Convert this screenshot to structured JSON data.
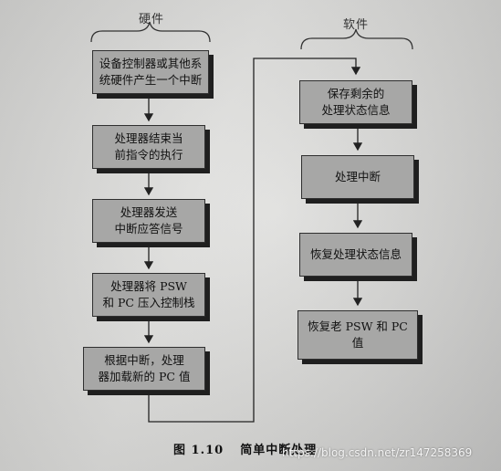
{
  "headers": {
    "hardware": "硬件",
    "software": "软件"
  },
  "hardware_steps": [
    "设备控制器或其他系\n统硬件产生一个中断",
    "处理器结束当\n前指令的执行",
    "处理器发送\n中断应答信号",
    "处理器将 PSW\n和 PC 压入控制栈",
    "根据中断，处理\n器加载新的 PC 值"
  ],
  "software_steps": [
    "保存剩余的\n处理状态信息",
    "处理中断",
    "恢复处理状态信息",
    "恢复老 PSW 和 PC 值"
  ],
  "caption": {
    "figure": "图 1.10",
    "title": "简单中断处理"
  },
  "watermark": "https://blog.csdn.net/zr147258369"
}
